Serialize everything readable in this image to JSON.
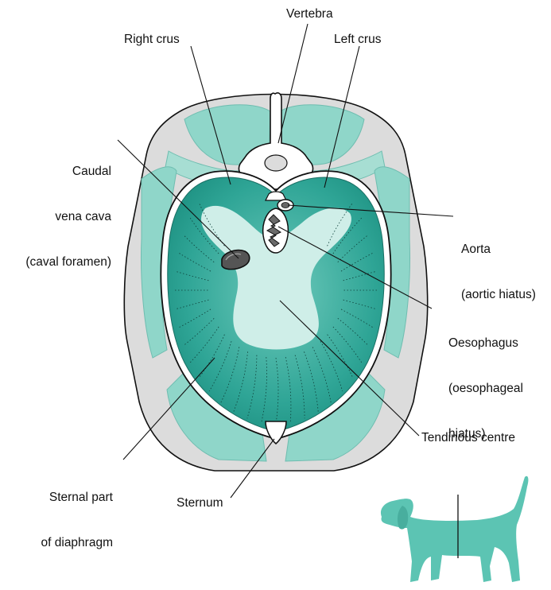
{
  "labels": {
    "vertebra": "Vertebra",
    "right_crus": "Right crus",
    "left_crus": "Left crus",
    "caudal_vena_cava": [
      "Caudal",
      "vena cava",
      "(caval foramen)"
    ],
    "aorta": [
      "Aorta",
      "(aortic hiatus)"
    ],
    "oesophagus": [
      "Oesophagus",
      "(oesophageal",
      "hiatus)"
    ],
    "tendinous_centre": "Tendinous centre",
    "sternal_part": [
      "Sternal part",
      "of diaphragm"
    ],
    "sternum": "Sternum"
  },
  "colors": {
    "diaphragm_muscle": "#2fa596",
    "tendinous_centre": "#cfeee8",
    "body_wall": "#dcdcdc",
    "body_muscle": "#8fd6c9",
    "dog_silhouette": "#5cc4b3",
    "outline": "#111111"
  }
}
